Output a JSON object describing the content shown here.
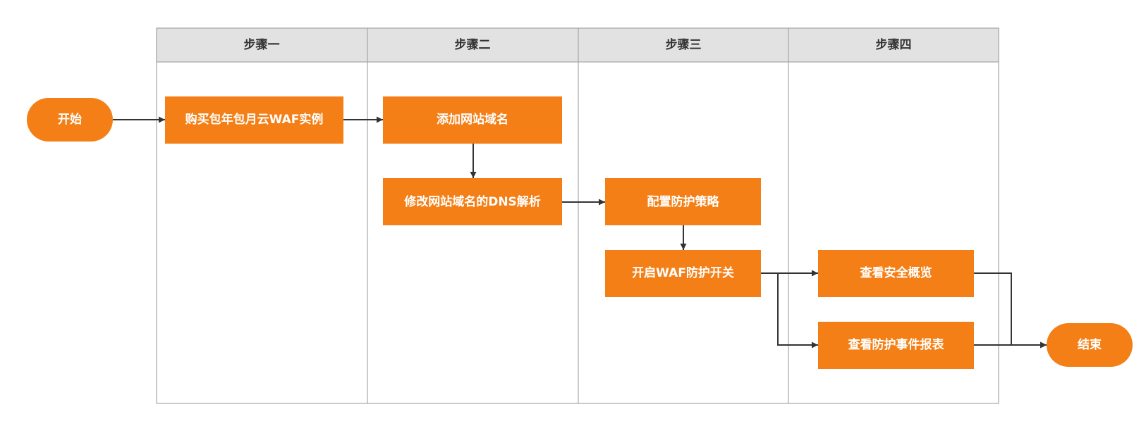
{
  "colors": {
    "node_fill": "#f47f16",
    "node_text": "#ffffff",
    "lane_header_fill": "#e2e2e2",
    "lane_border": "#a6a6a6",
    "lane_header_text": "#333333",
    "connector": "#333333"
  },
  "lanes": [
    {
      "label": "步骤一"
    },
    {
      "label": "步骤二"
    },
    {
      "label": "步骤三"
    },
    {
      "label": "步骤四"
    }
  ],
  "nodes": {
    "start": {
      "label": "开始",
      "shape": "terminal"
    },
    "buy_waf": {
      "label": "购买包年包月云WAF实例",
      "shape": "process"
    },
    "add_domain": {
      "label": "添加网站域名",
      "shape": "process"
    },
    "modify_dns": {
      "label": "修改网站域名的DNS解析",
      "shape": "process"
    },
    "config_policy": {
      "label": "配置防护策略",
      "shape": "process"
    },
    "enable_switch": {
      "label": "开启WAF防护开关",
      "shape": "process"
    },
    "view_overview": {
      "label": "查看安全概览",
      "shape": "process"
    },
    "view_report": {
      "label": "查看防护事件报表",
      "shape": "process"
    },
    "end": {
      "label": "结束",
      "shape": "terminal"
    }
  },
  "edges": [
    {
      "from": "start",
      "to": "buy_waf"
    },
    {
      "from": "buy_waf",
      "to": "add_domain"
    },
    {
      "from": "add_domain",
      "to": "modify_dns"
    },
    {
      "from": "modify_dns",
      "to": "config_policy"
    },
    {
      "from": "config_policy",
      "to": "enable_switch"
    },
    {
      "from": "enable_switch",
      "to": "view_overview"
    },
    {
      "from": "enable_switch",
      "to": "view_report"
    },
    {
      "from": "view_overview",
      "to": "end"
    },
    {
      "from": "view_report",
      "to": "end"
    }
  ]
}
